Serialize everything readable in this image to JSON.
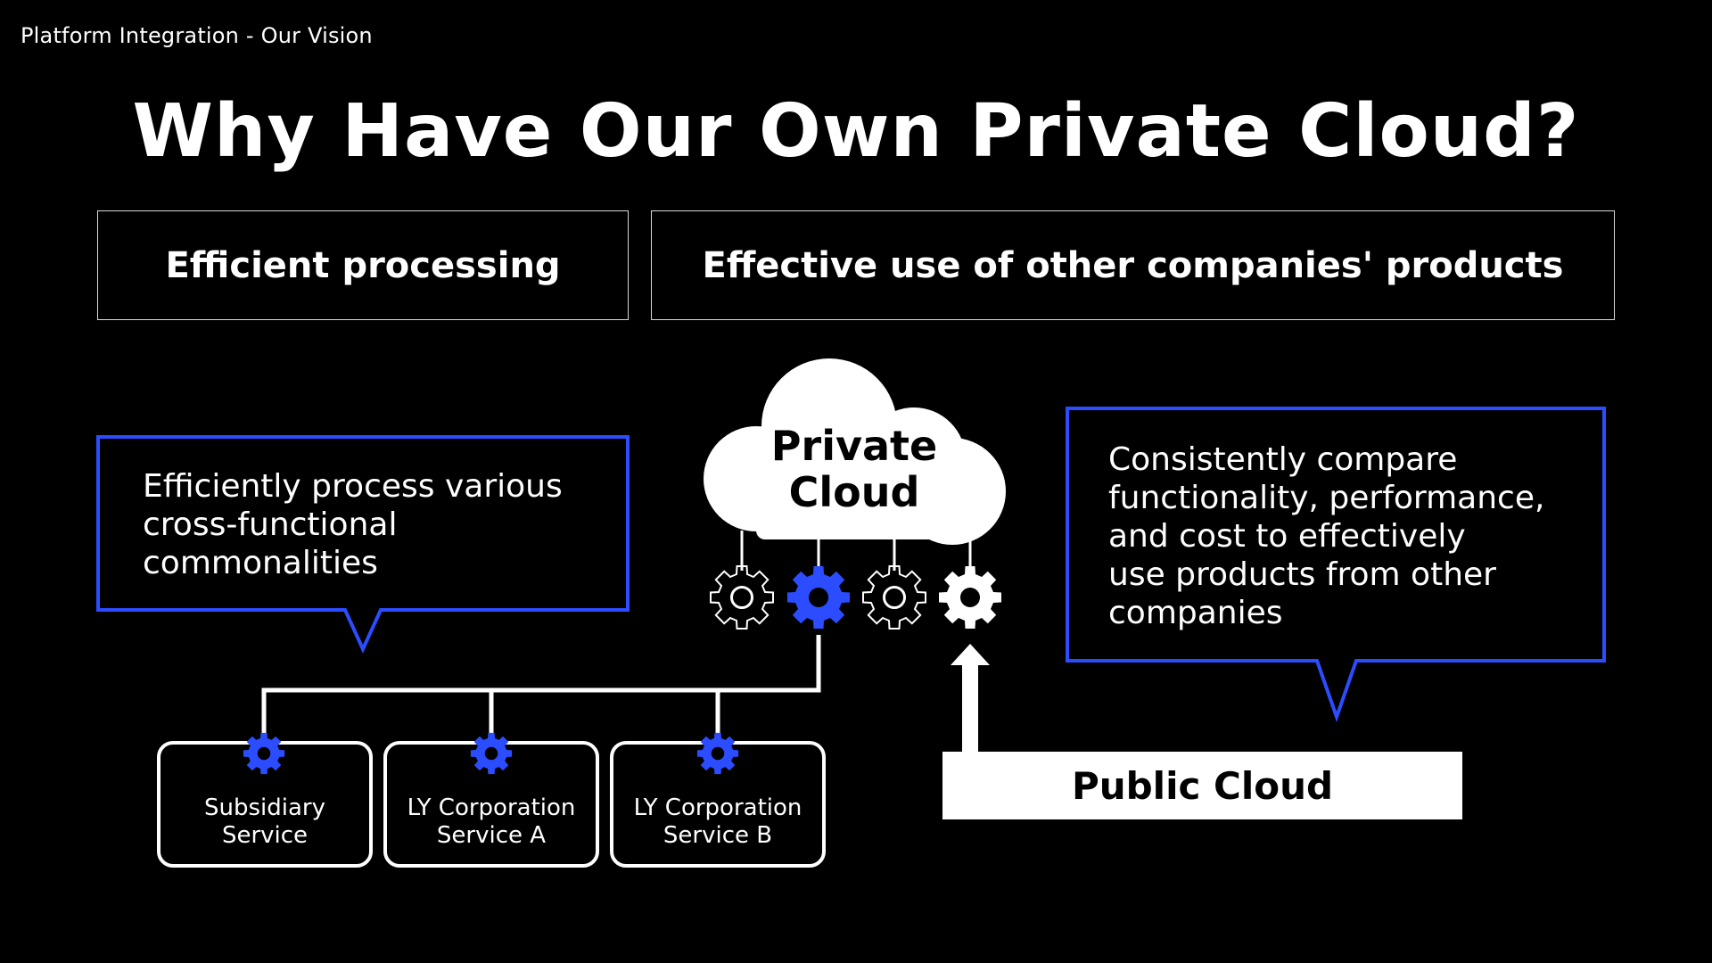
{
  "header": {
    "breadcrumb": "Platform Integration - Our Vision",
    "title": "Why Have Our Own Private Cloud?"
  },
  "headings": {
    "left": "Efficient processing",
    "right": "Effective use of other companies' products"
  },
  "callouts": {
    "left": "Efficiently process various\ncross-functional\ncommonalities",
    "right": "Consistently compare\nfunctionality, performance,\nand cost to effectively\nuse products from other\ncompanies"
  },
  "private_cloud": {
    "label": "Private\nCloud"
  },
  "gears": [
    {
      "icon": "gear-outline-icon",
      "style": "outline",
      "color": "#ffffff"
    },
    {
      "icon": "gear-icon",
      "style": "filled",
      "color": "#2b4dff"
    },
    {
      "icon": "gear-outline-icon",
      "style": "outline",
      "color": "#ffffff"
    },
    {
      "icon": "gear-icon",
      "style": "filled",
      "color": "#ffffff"
    }
  ],
  "services": [
    {
      "label": "Subsidiary\nService",
      "icon": "gear-icon"
    },
    {
      "label": "LY Corporation\nService A",
      "icon": "gear-icon"
    },
    {
      "label": "LY Corporation\nService B",
      "icon": "gear-icon"
    }
  ],
  "public_cloud": {
    "label": "Public Cloud",
    "arrow_icon": "arrow-up-icon"
  },
  "colors": {
    "background": "#000000",
    "accent_blue": "#2b4dff",
    "foreground": "#ffffff"
  }
}
